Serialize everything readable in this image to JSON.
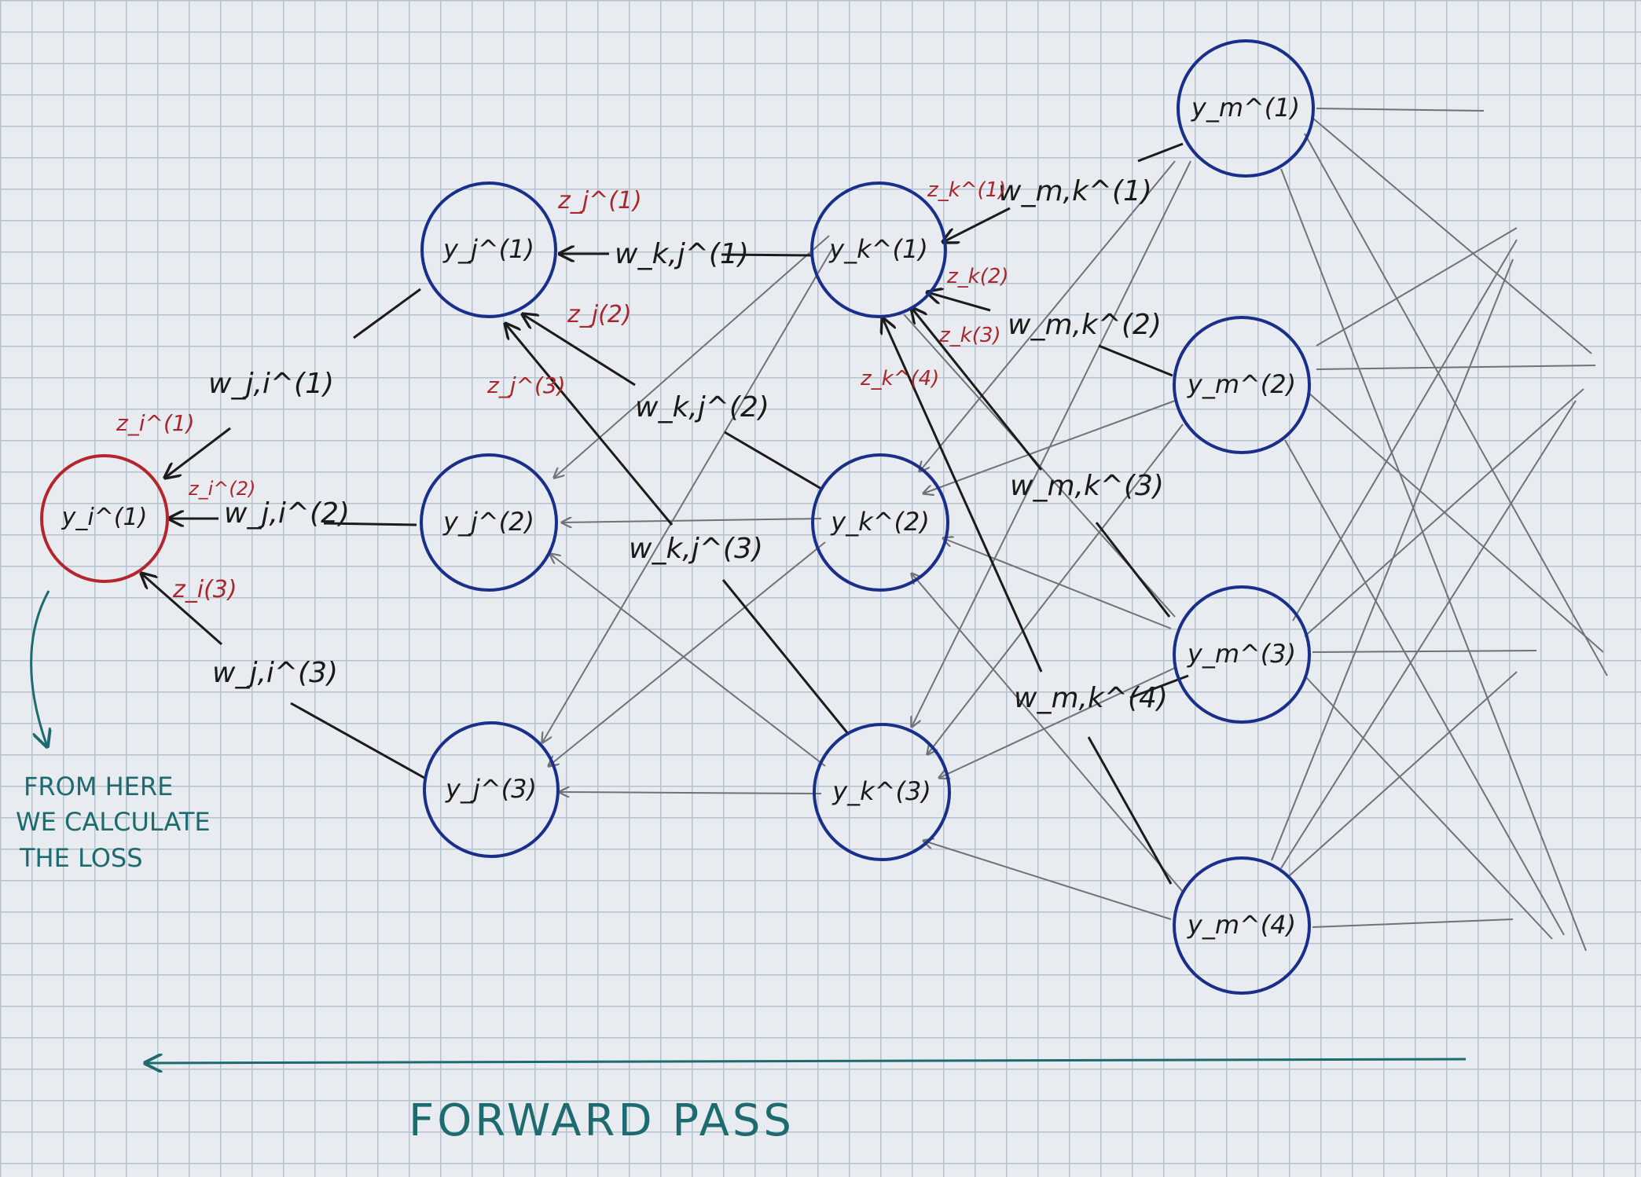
{
  "neurons": {
    "i1": "y_i^(1)",
    "j1": "y_j^(1)",
    "j2": "y_j^(2)",
    "j3": "y_j^(3)",
    "k1": "y_k^(1)",
    "k2": "y_k^(2)",
    "k3": "y_k^(3)",
    "m1": "y_m^(1)",
    "m2": "y_m^(2)",
    "m3": "y_m^(3)",
    "m4": "y_m^(4)"
  },
  "weights": {
    "wji1": "w_j,i^(1)",
    "wji2": "w_j,i^(2)",
    "wji3": "w_j,i^(3)",
    "wkj1": "w_k,j^(1)",
    "wkj2": "w_k,j^(2)",
    "wkj3": "w_k,j^(3)",
    "wmk1": "w_m,k^(1)",
    "wmk2": "w_m,k^(2)",
    "wmk3": "w_m,k^(3)",
    "wmk4": "w_m,k^(4)"
  },
  "zlabels": {
    "zi1": "z_i^(1)",
    "zi2": "z_i^(2)",
    "zi3": "z_i(3)",
    "zj1": "z_j^(1)",
    "zj2": "z_j(2)",
    "zj3": "z_j^(3)",
    "zk1": "z_k^(1)",
    "zk2": "z_k(2)",
    "zk3": "z_k(3)",
    "zk4": "z_k^(4)"
  },
  "note": {
    "line1": "FROM HERE",
    "line2": "WE CALCULATE",
    "line3": "THE LOSS"
  },
  "direction_label": "FORWARD PASS",
  "colors": {
    "output_neuron": "#b3262e",
    "hidden_neuron": "#1a2f8a",
    "note": "#1d6b6e",
    "z_label": "#a8262c",
    "primary_edge": "#1b1b1b",
    "secondary_edge": "#6f7378"
  }
}
